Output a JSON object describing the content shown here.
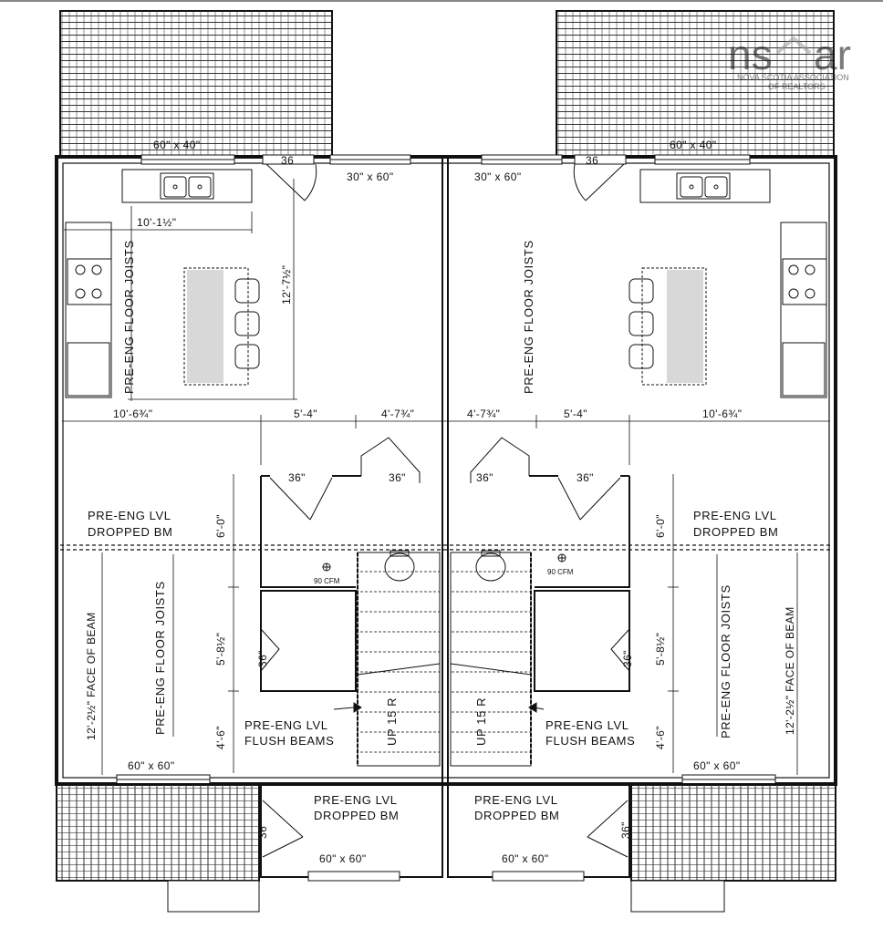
{
  "watermark": {
    "brand": "ns",
    "brand_tail": "ar",
    "line1": "NOVA SCOTIA ASSOCIATION",
    "line2": "OF REALTORS"
  },
  "left_unit": {
    "deck_window": "60\" x 40\"",
    "door_36": "36",
    "window_top": "30\" x 60\"",
    "dim_island_w": "10'-1½\"",
    "dim_room_h": "12'-7½\"",
    "joists_upper": "PRE-ENG FLOOR JOISTS",
    "dim_a": "10'-6¾\"",
    "dim_b": "5'-4\"",
    "dim_c": "4'-7¾\"",
    "closet_door_1": "36\"",
    "closet_door_2": "36\"",
    "beam_label_1": "PRE-ENG LVL",
    "beam_label_2": "DROPPED BM",
    "dim_6ft": "6'-0\"",
    "fan": "90 CFM",
    "joists_lower": "PRE-ENG FLOOR JOISTS",
    "face_of_beam": "12'-2½\" FACE OF BEAM",
    "dim_58": "5'-8½\"",
    "door_36_small": "36\"",
    "dim_46": "4'-6\"",
    "flush_1": "PRE-ENG LVL",
    "flush_2": "FLUSH BEAMS",
    "stair": "UP 15 R",
    "window_bottom": "60\" x 60\"",
    "porch_beam_1": "PRE-ENG LVL",
    "porch_beam_2": "DROPPED BM",
    "porch_door": "36\"",
    "front_window": "60\" x 60\""
  },
  "right_unit": {
    "deck_window": "60\" x 40\"",
    "door_36": "36",
    "window_top": "30\" x 60\"",
    "joists_upper": "PRE-ENG FLOOR JOISTS",
    "dim_a": "4'-7¾\"",
    "dim_b": "5'-4\"",
    "dim_c": "10'-6¾\"",
    "closet_door_1": "36\"",
    "closet_door_2": "36\"",
    "beam_label_1": "PRE-ENG LVL",
    "beam_label_2": "DROPPED BM",
    "dim_6ft": "6'-0\"",
    "fan": "90 CFM",
    "joists_lower": "PRE-ENG FLOOR JOISTS",
    "face_of_beam": "12'-2½\" FACE OF BEAM",
    "dim_58": "5'-8½\"",
    "door_36_small": "36\"",
    "dim_46": "4'-6\"",
    "flush_1": "PRE-ENG LVL",
    "flush_2": "FLUSH BEAMS",
    "stair": "UP 15 R",
    "window_bottom": "60\" x 60\"",
    "porch_beam_1": "PRE-ENG LVL",
    "porch_beam_2": "DROPPED BM",
    "porch_door": "36\"",
    "front_window": "60\" x 60\""
  }
}
